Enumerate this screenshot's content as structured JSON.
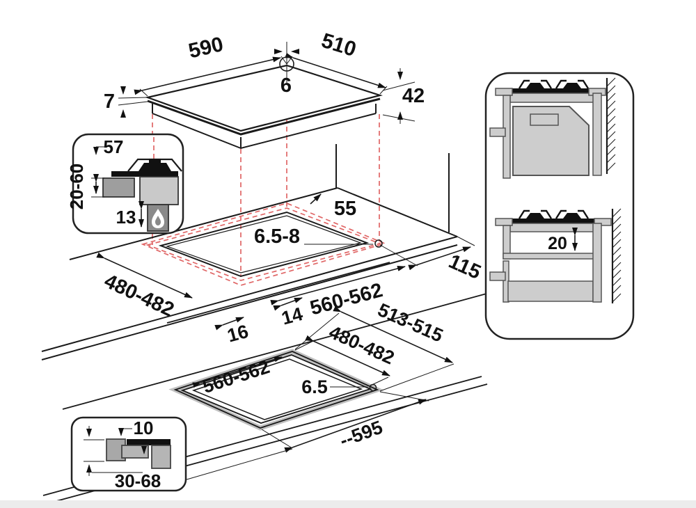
{
  "diagram_title": "gas-hob-installation-diagram",
  "colors": {
    "line": "#1a1a1a",
    "projection_red": "#e06666",
    "fill_gray": "#cdcdcd",
    "dark_gray": "#8a8a8a"
  },
  "dims": {
    "top_width": "590",
    "top_depth": "510",
    "hole_dia": "6",
    "glass_edge": "7",
    "hob_height": "42",
    "support_height": "57",
    "worktop_thickness": "20-60",
    "burner_below": "13",
    "back_clearance": "55",
    "glass_gap": "6.5-8",
    "side_clearance": "115",
    "cutout_depth": "480-482",
    "cutout_width": "560-562",
    "front_offset": "14",
    "front_clearance": "16",
    "shelf_gap": "20",
    "flush_recess_depth": "513-515",
    "flush_cutout_depth": "480-482",
    "flush_cutout_width": "560-562",
    "flush_edge": "6.5",
    "flush_recess_width": "--595",
    "flush_glass_height": "10",
    "flush_total_depth": "30-68"
  }
}
